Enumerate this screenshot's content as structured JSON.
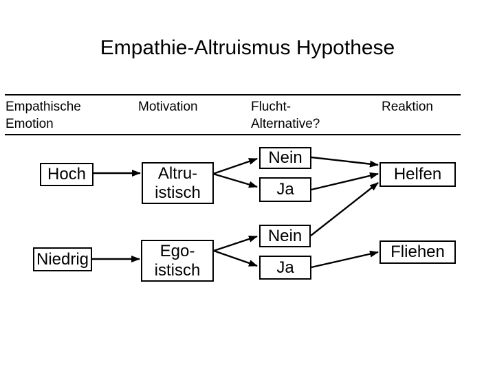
{
  "title": "Empathie-Altruismus Hypothese",
  "columns": {
    "empathische_emotion": {
      "label": "Empathische\nEmotion"
    },
    "motivation": {
      "label": "Motivation"
    },
    "flucht_alternative": {
      "label": "Flucht-\nAlternative?"
    },
    "reaktion": {
      "label": "Reaktion"
    }
  },
  "nodes": {
    "hoch": {
      "label": "Hoch"
    },
    "niedrig": {
      "label": "Niedrig"
    },
    "altruistisch": {
      "label": "Altru-\nistisch"
    },
    "egoistisch": {
      "label": "Ego-\nistisch"
    },
    "nein_top": {
      "label": "Nein"
    },
    "ja_top": {
      "label": "Ja"
    },
    "nein_bottom": {
      "label": "Nein"
    },
    "ja_bottom": {
      "label": "Ja"
    },
    "helfen": {
      "label": "Helfen"
    },
    "fliehen": {
      "label": "Fliehen"
    }
  },
  "edges": [
    {
      "from": "hoch",
      "to": "altruistisch"
    },
    {
      "from": "altruistisch",
      "to": "nein_top"
    },
    {
      "from": "altruistisch",
      "to": "ja_top"
    },
    {
      "from": "nein_top",
      "to": "helfen"
    },
    {
      "from": "ja_top",
      "to": "helfen"
    },
    {
      "from": "niedrig",
      "to": "egoistisch"
    },
    {
      "from": "egoistisch",
      "to": "nein_bottom"
    },
    {
      "from": "egoistisch",
      "to": "ja_bottom"
    },
    {
      "from": "nein_bottom",
      "to": "helfen"
    },
    {
      "from": "ja_bottom",
      "to": "fliehen"
    }
  ],
  "colors": {
    "background": "#ffffff",
    "text": "#000000",
    "line": "#000000"
  }
}
